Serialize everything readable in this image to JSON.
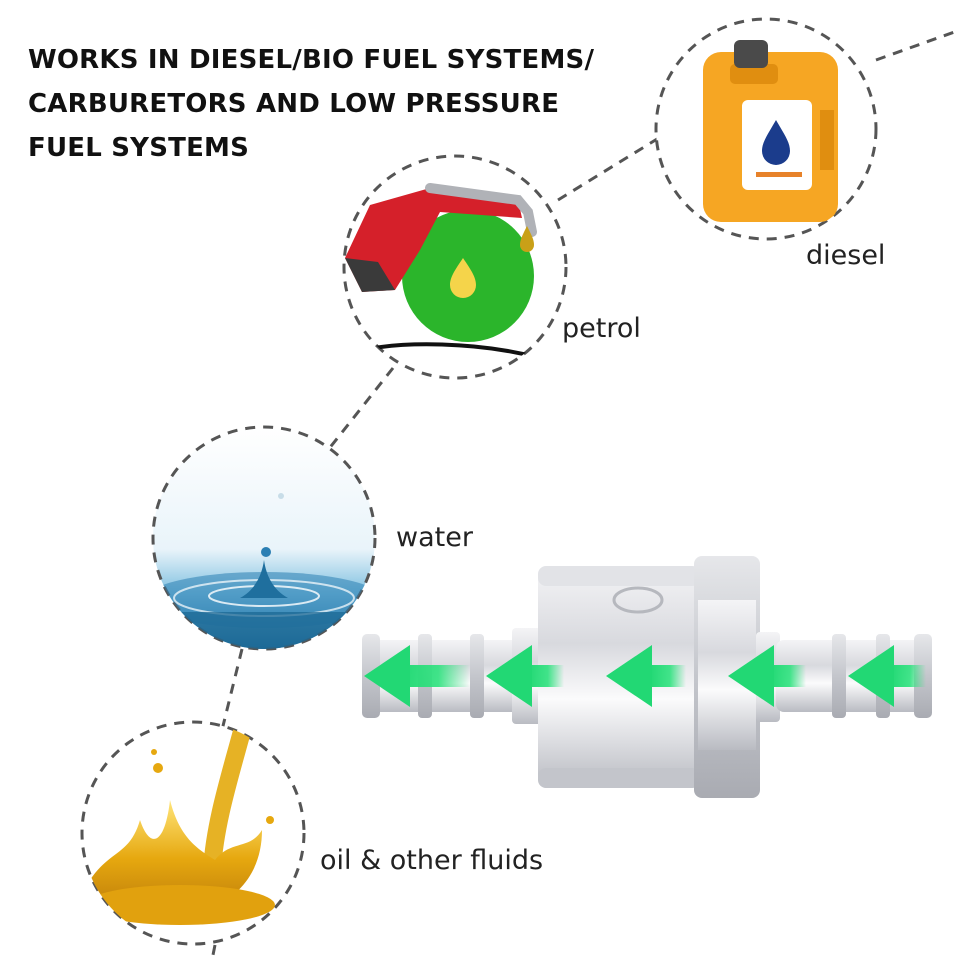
{
  "headline": {
    "lines": [
      "WORKS IN DIESEL/BIO FUEL SYSTEMS/",
      "CARBURETORS AND LOW PRESSURE",
      "FUEL SYSTEMS"
    ]
  },
  "fluids": [
    {
      "label": "diesel",
      "icon": "fuel-canister-icon"
    },
    {
      "label": "petrol",
      "icon": "fuel-nozzle-icon"
    },
    {
      "label": "water",
      "icon": "water-drop-icon"
    },
    {
      "label": "oil & other fluids",
      "icon": "oil-splash-icon"
    }
  ],
  "product": {
    "name": "check-valve",
    "flow_direction": "right-to-left"
  },
  "colors": {
    "arrow": "#2ee27e",
    "canister": "#f6a623",
    "petrol_circle": "#2bb52b",
    "water": "#3a8fc4",
    "oil": "#e0a80c",
    "text": "#222222"
  }
}
